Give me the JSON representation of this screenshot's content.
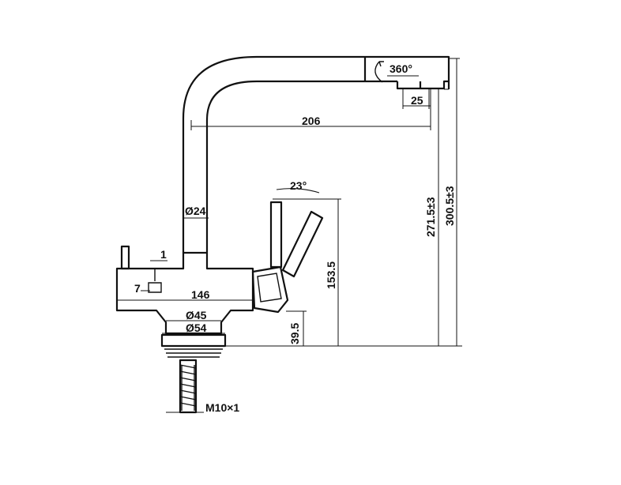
{
  "drawing": {
    "subject": "faucet-technical-drawing",
    "colors": {
      "line": "#111111",
      "background": "#ffffff"
    },
    "dimensions": {
      "rotation": "360°",
      "spout_offset": "25",
      "reach": "206",
      "spout_height": "271.5±3",
      "total_height": "300.5±3",
      "lever_angle": "23°",
      "pipe_diameter": "Ø24",
      "lever_height": "153.5",
      "small_height": "1",
      "small_width": "7",
      "body_length": "146",
      "base_diameter_inner": "Ø45",
      "base_diameter_outer": "Ø54",
      "base_height": "39.5",
      "thread": "M10×1"
    }
  }
}
